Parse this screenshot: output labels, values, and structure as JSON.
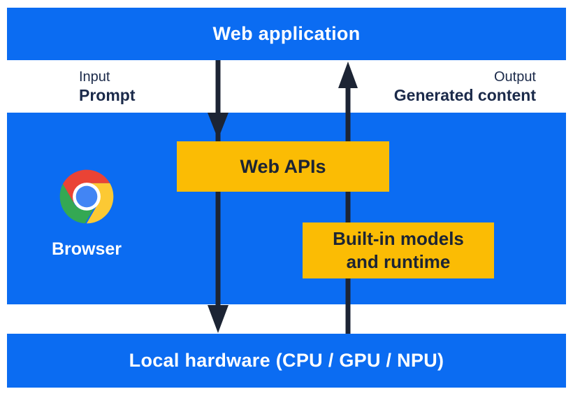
{
  "colors": {
    "blue": "#0b6cf2",
    "yellow": "#fbbc04",
    "arrow": "#1c2434",
    "label_dark": "#1b2a4a",
    "white_text": "#ffffff",
    "chrome_red": "#ea4335",
    "chrome_yellow": "#fcc934",
    "chrome_green": "#34a853",
    "chrome_blue": "#4285f4"
  },
  "nodes": {
    "web_application": "Web application",
    "web_apis": "Web APIs",
    "builtin_models_line1": "Built-in models",
    "builtin_models_line2": "and runtime",
    "local_hardware": "Local hardware (CPU / GPU / NPU)",
    "browser": "Browser"
  },
  "flow_labels": {
    "input_title": "Input",
    "input_value": "Prompt",
    "output_title": "Output",
    "output_value": "Generated content"
  },
  "icons": {
    "chrome_logo": "chrome-logo"
  }
}
